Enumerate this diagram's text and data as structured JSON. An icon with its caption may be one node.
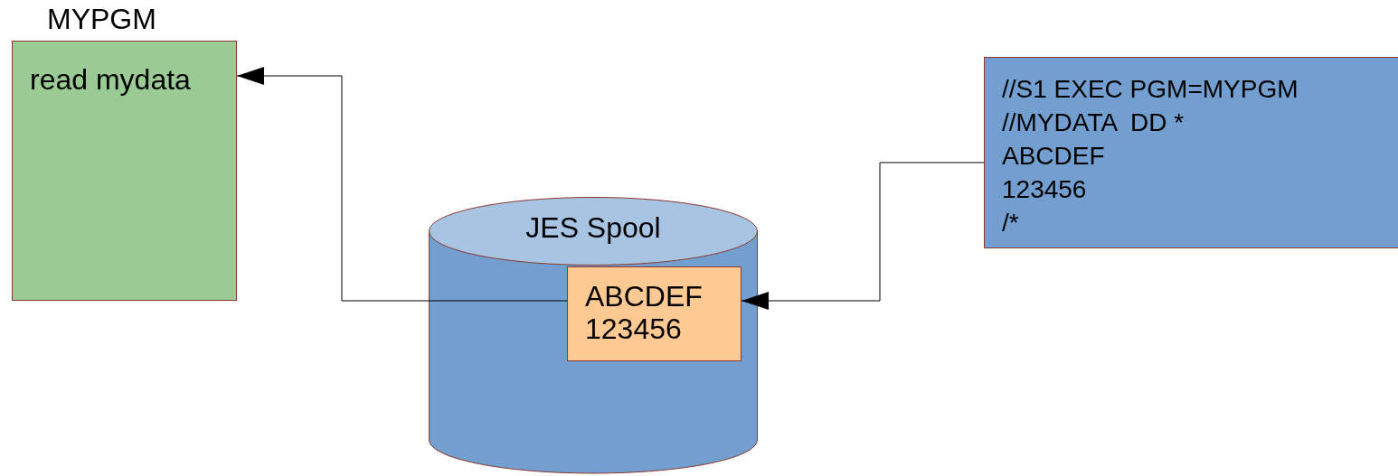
{
  "diagram": {
    "nodes": [
      {
        "text": [
          "MYPGM",
          "read mydata"
        ]
      },
      {
        "text": [
          "JES Spool"
        ]
      },
      {
        "text": [
          "ABCDEF",
          "123456"
        ],
        "in": 1
      },
      {
        "text": [
          "//S1 EXEC PGM=MYPGM",
          "//MYDATA  DD *",
          "ABCDEF",
          "123456",
          "/*"
        ]
      }
    ],
    "edges": [
      {
        "from": 3,
        "to": 2,
        "arrow": "to"
      },
      {
        "from": 2,
        "to": 0,
        "arrow": "to"
      }
    ]
  }
}
